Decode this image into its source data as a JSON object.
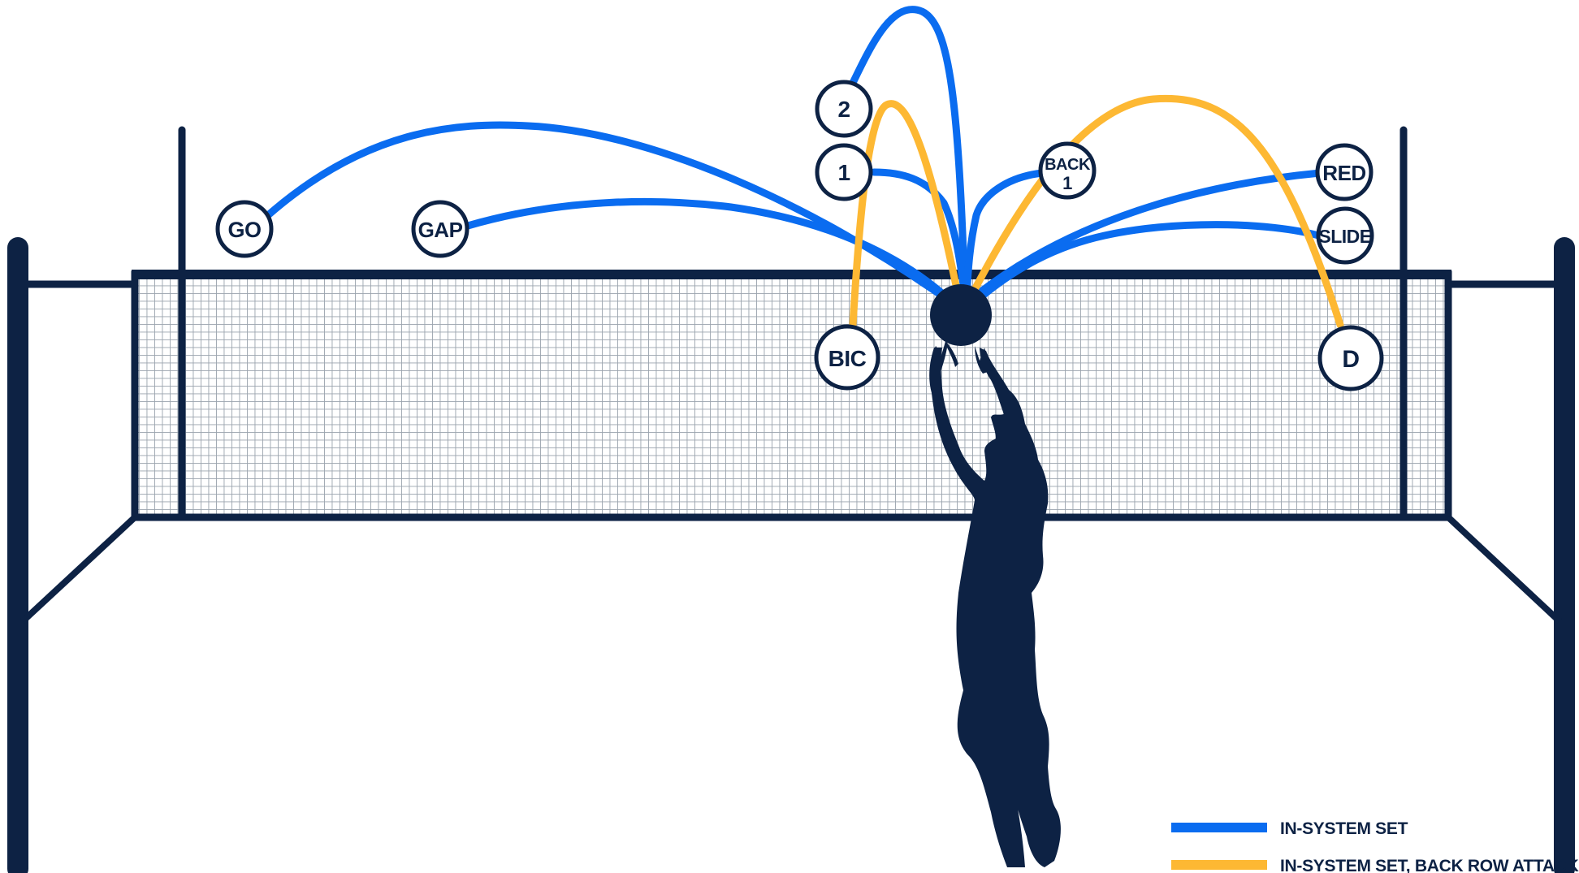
{
  "colors": {
    "navy": "#0d2244",
    "in_system": "#0a6cf0",
    "back_row": "#fdb833",
    "mesh": "#9aa3ad",
    "background": "#ffffff"
  },
  "set_labels": {
    "go": "GO",
    "gap": "GAP",
    "two": "2",
    "one": "1",
    "back1_line1": "BACK",
    "back1_line2": "1",
    "red": "RED",
    "slide": "SLIDE",
    "bic": "BIC",
    "d": "D"
  },
  "legend": {
    "in_system": {
      "label": "IN-SYSTEM SET",
      "color": "#0a6cf0"
    },
    "back_row": {
      "label": "IN-SYSTEM SET, BACK ROW ATTACKER",
      "color": "#fdb833"
    }
  }
}
